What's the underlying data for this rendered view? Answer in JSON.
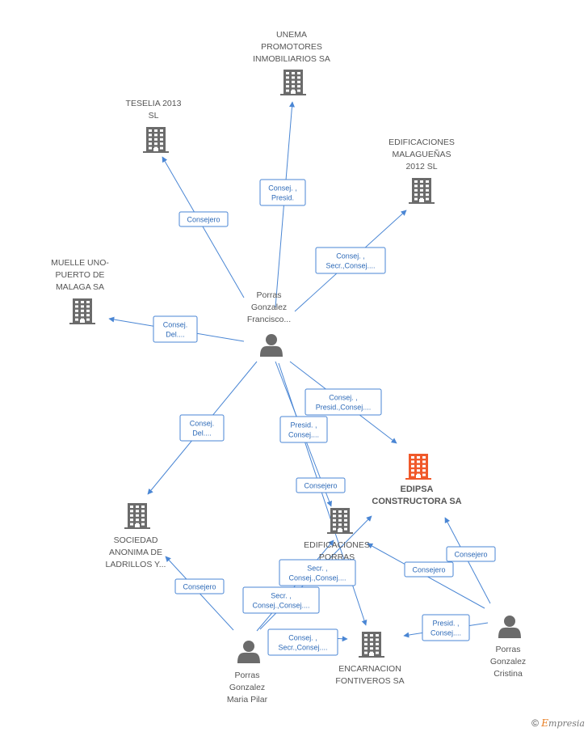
{
  "colors": {
    "edge": "#4a86d4",
    "company": "#6b6b6b",
    "highlight": "#f0592a",
    "person": "#6b6b6b"
  },
  "nodes": [
    {
      "id": "unema",
      "type": "company",
      "label": [
        "UNEMA",
        "PROMOTORES",
        "INMOBILIARIOS SA"
      ],
      "icon": "building-icon"
    },
    {
      "id": "teselia",
      "type": "company",
      "label": [
        "TESELIA 2013",
        "SL"
      ],
      "icon": "building-icon"
    },
    {
      "id": "malaguenas",
      "type": "company",
      "label": [
        "EDIFICACIONES",
        "MALAGUEÑAS",
        "2012 SL"
      ],
      "icon": "building-icon"
    },
    {
      "id": "muelle",
      "type": "company",
      "label": [
        "MUELLE UNO-",
        "PUERTO DE",
        "MALAGA SA"
      ],
      "icon": "building-icon"
    },
    {
      "id": "francisco",
      "type": "person",
      "label": [
        "Porras",
        "Gonzalez",
        "Francisco..."
      ],
      "icon": "person-icon"
    },
    {
      "id": "edipsa",
      "type": "company",
      "highlight": true,
      "label": [
        "EDIPSA",
        "CONSTRUCTORA SA"
      ],
      "icon": "building-icon"
    },
    {
      "id": "sociedad",
      "type": "company",
      "label": [
        "SOCIEDAD",
        "ANONIMA DE",
        "LADRILLOS Y..."
      ],
      "icon": "building-icon"
    },
    {
      "id": "porras_sa",
      "type": "company",
      "label": [
        "EDIFICACIONES",
        "PORRAS",
        "SA"
      ],
      "icon": "building-icon"
    },
    {
      "id": "encarnacion",
      "type": "company",
      "label": [
        "ENCARNACION",
        "FONTIVEROS SA"
      ],
      "icon": "building-icon"
    },
    {
      "id": "pilar",
      "type": "person",
      "label": [
        "Porras",
        "Gonzalez",
        "Maria Pilar"
      ],
      "icon": "person-icon"
    },
    {
      "id": "cristina",
      "type": "person",
      "label": [
        "Porras",
        "Gonzalez",
        "Cristina"
      ],
      "icon": "person-icon"
    }
  ],
  "edges": [
    {
      "from": "francisco",
      "to": "unema",
      "label": [
        "Consej. ,",
        "Presid."
      ]
    },
    {
      "from": "francisco",
      "to": "teselia",
      "label": [
        "Consejero"
      ]
    },
    {
      "from": "francisco",
      "to": "malaguenas",
      "label": [
        "Consej. ,",
        "Secr.,Consej...."
      ]
    },
    {
      "from": "francisco",
      "to": "muelle",
      "label": [
        "Consej.",
        "Del...."
      ]
    },
    {
      "from": "francisco",
      "to": "edipsa",
      "label": [
        "Consej. ,",
        "Presid.,Consej...."
      ]
    },
    {
      "from": "francisco",
      "to": "sociedad",
      "label": [
        "Consej.",
        "Del...."
      ]
    },
    {
      "from": "francisco",
      "to": "porras_sa",
      "label": [
        "Consejero"
      ]
    },
    {
      "from": "francisco",
      "to": "encarnacion",
      "label": [
        "Presid. ,",
        "Consej...."
      ]
    },
    {
      "from": "pilar",
      "to": "sociedad",
      "label": [
        "Consejero"
      ]
    },
    {
      "from": "pilar",
      "to": "porras_sa",
      "label": [
        "Secr. ,",
        "Consej.,Consej...."
      ]
    },
    {
      "from": "pilar",
      "to": "porras_sa",
      "label": [
        "Secr. ,",
        "Consej.,Consej...."
      ]
    },
    {
      "from": "pilar",
      "to": "encarnacion",
      "label": [
        "Consej. ,",
        "Secr.,Consej...."
      ]
    },
    {
      "from": "cristina",
      "to": "edipsa",
      "label": [
        "Consejero"
      ]
    },
    {
      "from": "cristina",
      "to": "porras_sa",
      "label": [
        "Consejero"
      ]
    },
    {
      "from": "cristina",
      "to": "encarnacion",
      "label": [
        "Presid. ,",
        "Consej...."
      ]
    }
  ],
  "footer": {
    "copyright": "©",
    "brand_initial": "E",
    "brand_rest": "mpresia"
  }
}
